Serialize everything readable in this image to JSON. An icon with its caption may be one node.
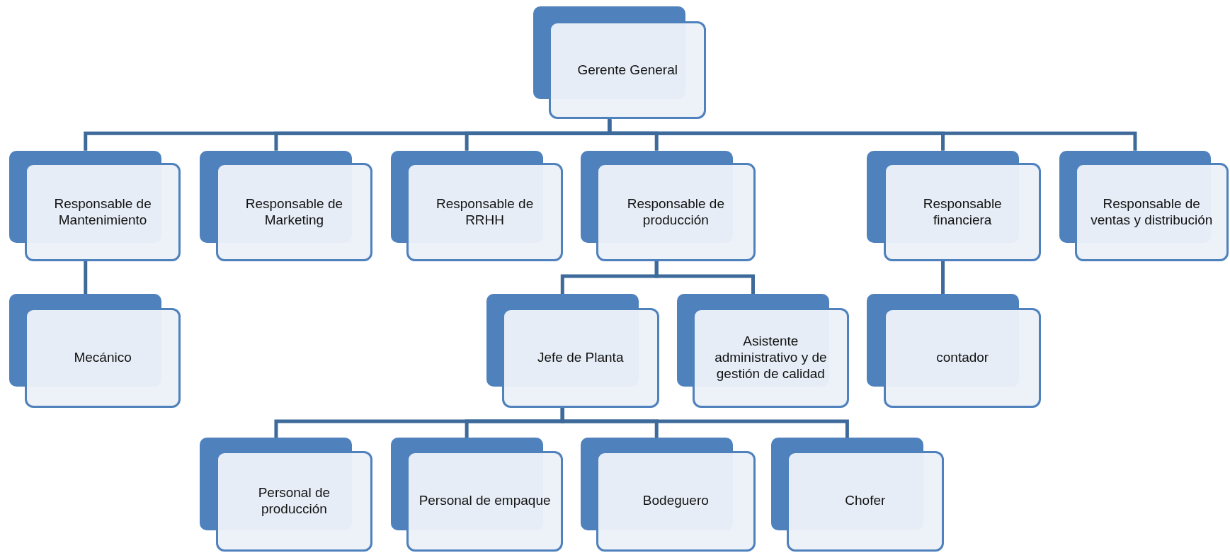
{
  "diagram": {
    "nodes": [
      {
        "text": [
          "Gerente General"
        ]
      },
      {
        "text": [
          "Responsable de Mantenimiento"
        ]
      },
      {
        "text": [
          "Responsable de Marketing"
        ]
      },
      {
        "text": [
          "Responsable de RRHH"
        ]
      },
      {
        "text": [
          "Responsable de producción"
        ]
      },
      {
        "text": [
          "Responsable financiera"
        ]
      },
      {
        "text": [
          "Responsable de ventas y distribución"
        ]
      },
      {
        "text": [
          "Mecánico"
        ]
      },
      {
        "text": [
          "Jefe de Planta"
        ]
      },
      {
        "text": [
          "Asistente administrativo y de gestión de calidad"
        ]
      },
      {
        "text": [
          "contador"
        ]
      },
      {
        "text": [
          "Personal de producción"
        ]
      },
      {
        "text": [
          "Personal de empaque"
        ]
      },
      {
        "text": [
          "Bodeguero"
        ]
      },
      {
        "text": [
          "Chofer"
        ]
      }
    ],
    "edges": [
      {
        "from": 0,
        "to": 1,
        "arrow": "none"
      },
      {
        "from": 0,
        "to": 2,
        "arrow": "none"
      },
      {
        "from": 0,
        "to": 3,
        "arrow": "none"
      },
      {
        "from": 0,
        "to": 4,
        "arrow": "none"
      },
      {
        "from": 0,
        "to": 5,
        "arrow": "none"
      },
      {
        "from": 0,
        "to": 6,
        "arrow": "none"
      },
      {
        "from": 1,
        "to": 7,
        "arrow": "none"
      },
      {
        "from": 4,
        "to": 8,
        "arrow": "none"
      },
      {
        "from": 4,
        "to": 9,
        "arrow": "none"
      },
      {
        "from": 5,
        "to": 10,
        "arrow": "none"
      },
      {
        "from": 8,
        "to": 11,
        "arrow": "none"
      },
      {
        "from": 8,
        "to": 12,
        "arrow": "none"
      },
      {
        "from": 8,
        "to": 13,
        "arrow": "none"
      },
      {
        "from": 8,
        "to": 14,
        "arrow": "none"
      }
    ]
  }
}
